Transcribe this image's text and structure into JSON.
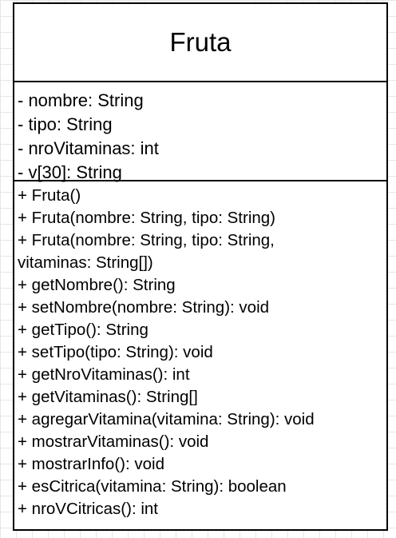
{
  "diagram": {
    "class_name": "Fruta",
    "attributes": [
      "- nombre: String",
      "- tipo: String",
      "- nroVitaminas: int",
      "- v[30]: String"
    ],
    "methods": [
      "+ Fruta()",
      "+ Fruta(nombre: String, tipo: String)",
      "+ Fruta(nombre: String, tipo: String,",
      "vitaminas: String[])",
      "+ getNombre(): String",
      "+ setNombre(nombre: String): void",
      "+ getTipo(): String",
      "+ setTipo(tipo: String): void",
      "+ getNroVitaminas(): int",
      "+ getVitaminas(): String[]",
      "+ agregarVitamina(vitamina: String): void",
      "+ mostrarVitaminas(): void",
      "+ mostrarInfo(): void",
      "+ esCitrica(vitamina: String): boolean",
      "+ nroVCitricas(): int"
    ]
  }
}
